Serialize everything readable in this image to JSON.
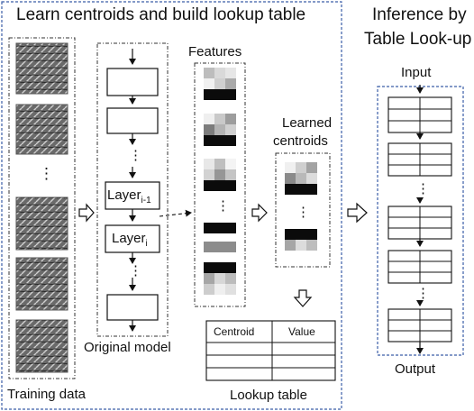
{
  "left_panel": {
    "title": "Learn centroids and build lookup table",
    "training_data_label": "Training data",
    "training_dots": "⋮",
    "original_model_label": "Original model",
    "layer_prev": {
      "base": "Layer",
      "sub": "i-1"
    },
    "layer_curr": {
      "base": "Layer",
      "sub": "i"
    },
    "model_dots_1": "⋮",
    "model_dots_2": "⋮",
    "features_label": "Features",
    "features_dots": "⋮",
    "centroids_label_line1": "Learned",
    "centroids_label_line2": "centroids",
    "centroids_dots": "⋮",
    "lookup_table_label": "Lookup table",
    "lookup_table_headers": [
      "Centroid",
      "Value"
    ]
  },
  "right_panel": {
    "title_line1": "Inference by",
    "title_line2": "Table Look-up",
    "input_label": "Input",
    "output_label": "Output",
    "dots": "⋮"
  },
  "colors": {
    "panel_border": "#3b5ea8",
    "box_border": "#111111",
    "dotted_border": "#333333"
  }
}
